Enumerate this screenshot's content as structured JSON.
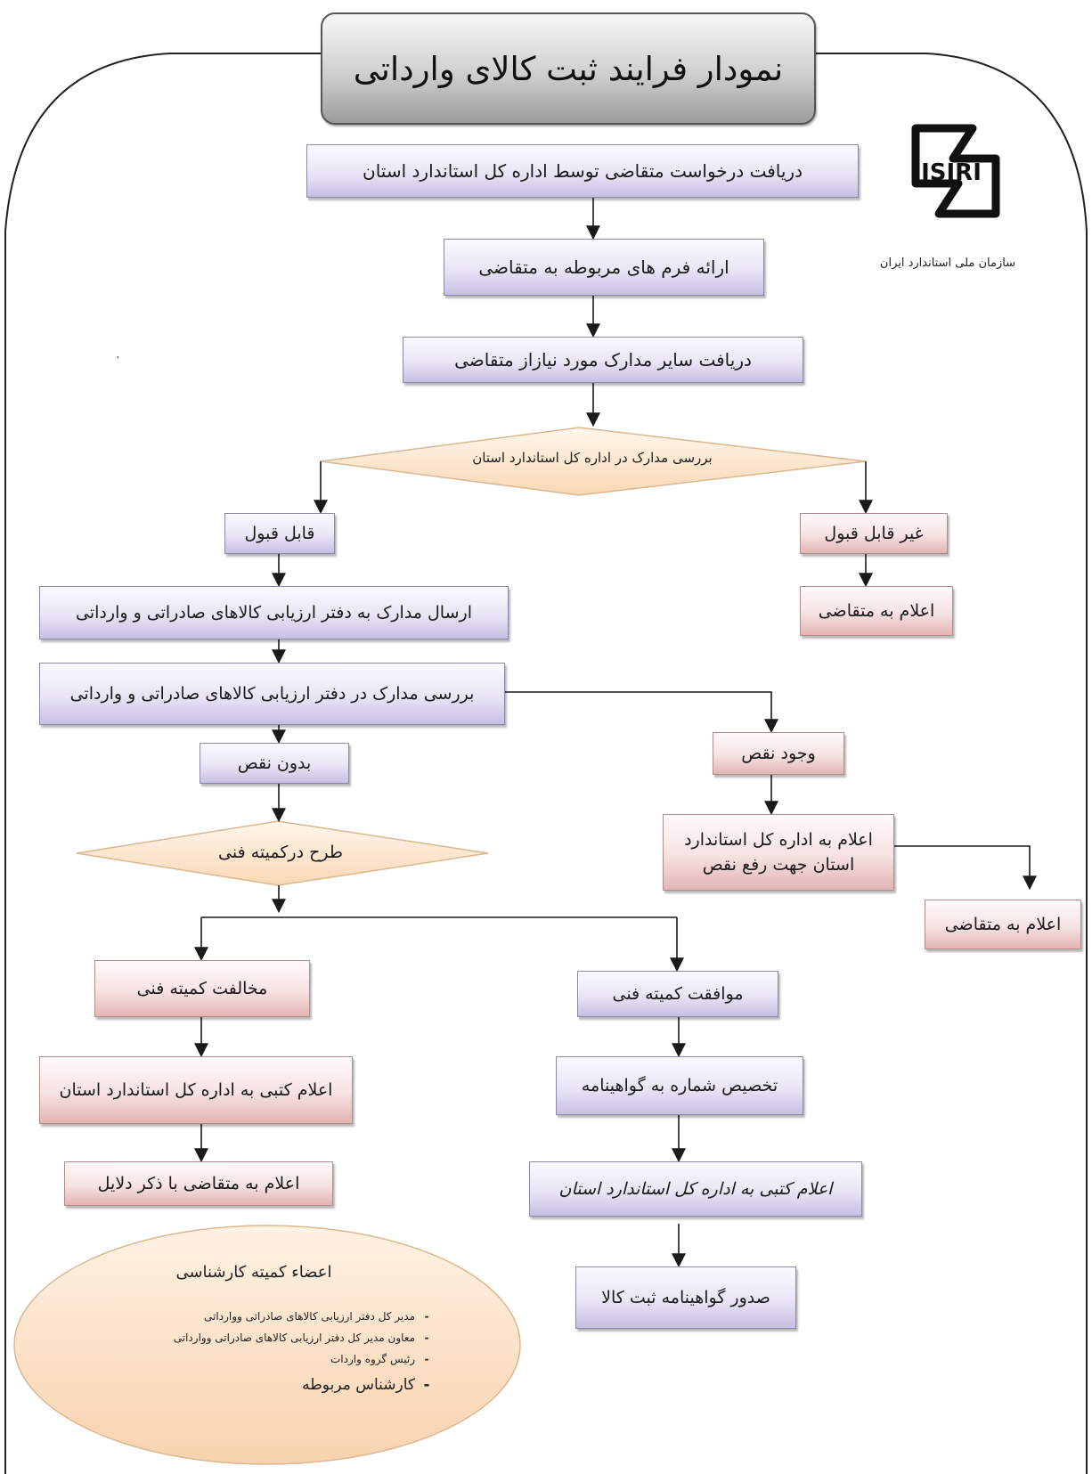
{
  "title": "نمودار فرایند ثبت کالای وارداتی",
  "organization": "سازمان ملی استاندارد ایران",
  "logo_text": "ISIRI",
  "steps": {
    "receive_request": "دریافت درخواست متقاضی توسط اداره کل استاندارد استان",
    "provide_forms": "ارائه فرم های مربوطه به متقاضی",
    "receive_docs": "دریافت سایر مدارک مورد نیازاز متقاضی",
    "review_docs_province": "بررسی مدارک در اداره کل استاندارد استان",
    "acceptable": "قابل قبول",
    "not_acceptable": "غیر قابل قبول",
    "notify_applicant_1": "اعلام به متقاضی",
    "send_docs": "ارسال مدارک به دفتر ارزیابی کالاهای صادراتی و وارداتی",
    "review_docs_office": "بررسی مدارک در دفتر ارزیابی کالاهای صادراتی و وارداتی",
    "no_defect": "بدون نقص",
    "has_defect": "وجود نقص",
    "notify_province_fix_line1": "اعلام به اداره کل استاندارد",
    "notify_province_fix_line2": "استان جهت رفع نقص",
    "notify_applicant_2": "اعلام به متقاضی",
    "technical_committee": "طرح درکمیته فنی",
    "committee_reject": "مخالفت کمیته فنی",
    "committee_approve": "موافقت کمیته فنی",
    "notify_province_written": "اعلام کتبی به اداره کل استاندارد استان",
    "notify_applicant_reasons": "اعلام به متقاضی با ذکر دلایل",
    "assign_number": "تخصیص شماره به گواهینامه",
    "notify_province_written_2": "اعلام کتبی به اداره کل استاندارد استان",
    "issue_certificate": "صدور گواهینامه ثبت کالا"
  },
  "committee_members": {
    "title": "اعضاء کمیته کارشناسی",
    "items": [
      "مدیر کل دفتر ارزیابی کالاهای صادراتی ووارداتی",
      "معاون مدیر کل دفتر ارزیابی کالاهای صادراتی ووارداتی",
      "رئیس گروه واردات",
      "کارشناس مربوطه"
    ]
  },
  "colors": {
    "purple_box": "#e9e5f6",
    "red_box": "#f6e2e2",
    "decision": "#fde6cf",
    "committee_ellipse": "#fbe1c8",
    "line": "#1a1a1a"
  }
}
